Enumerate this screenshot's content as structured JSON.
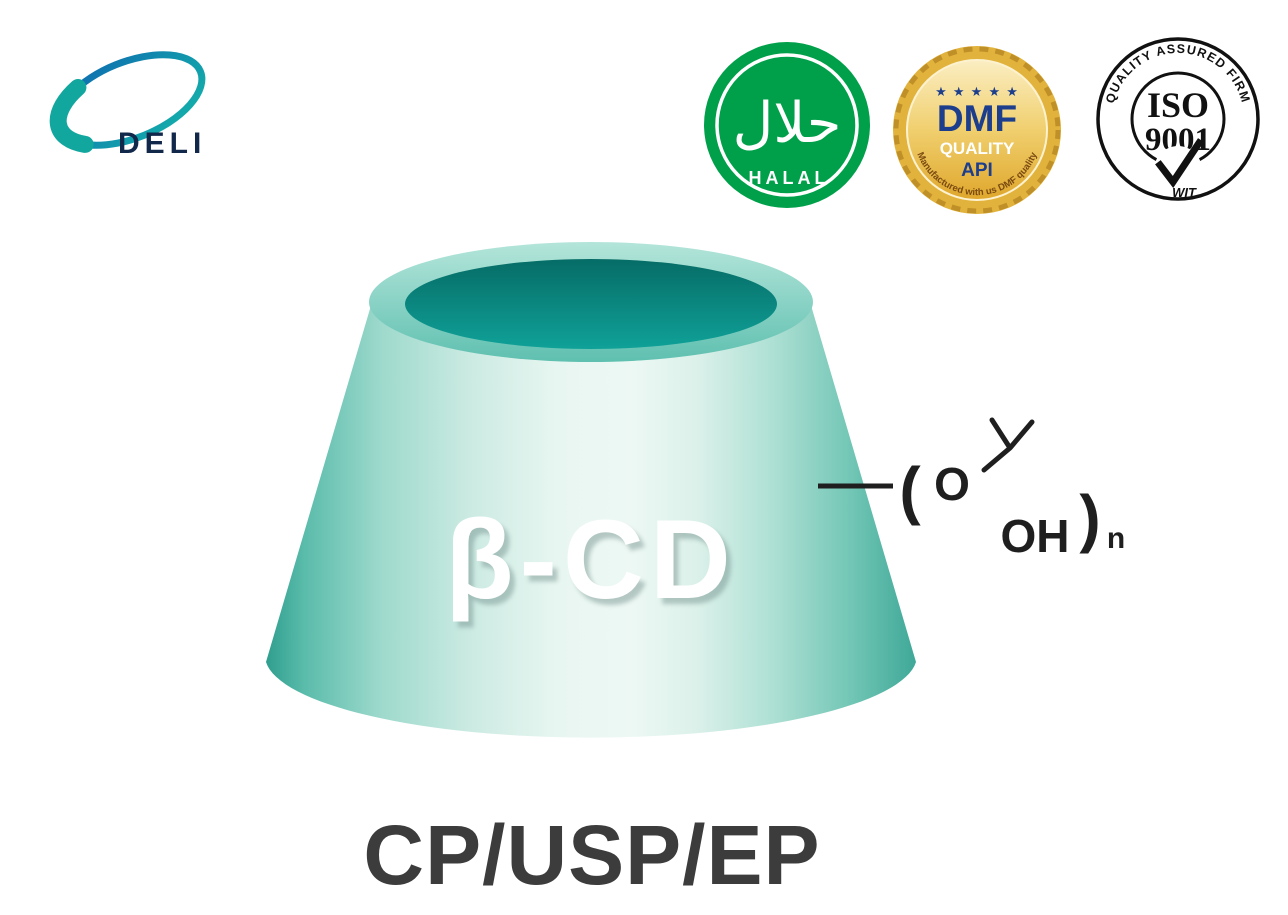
{
  "logo": {
    "name": "DELI"
  },
  "badges": {
    "halal": {
      "arabic": "حلال",
      "label": "HALAL"
    },
    "dmf": {
      "stars": "★ ★ ★ ★ ★",
      "title": "DMF",
      "quality": "QUALITY",
      "api": "API",
      "rim_text": "Manufactured with us DMF quality"
    },
    "iso": {
      "ring_text": "QUALITY ASSURED FIRM",
      "title": "ISO",
      "number": "9001",
      "mark": "WIT"
    }
  },
  "product": {
    "cone_label": "β-CD"
  },
  "formula": {
    "open_paren": "(",
    "oxygen": "O",
    "hydroxyl": "OH",
    "close_paren": ")",
    "subscript": "n"
  },
  "footer": {
    "standards": "CP/USP/EP"
  },
  "colors": {
    "teal_dark": "#0a8680",
    "teal_light": "#e8f6f1",
    "halal_green": "#00A04A",
    "gold": "#E2B33C",
    "navy": "#1c3e8c",
    "text_dark": "#3c3c3c"
  }
}
